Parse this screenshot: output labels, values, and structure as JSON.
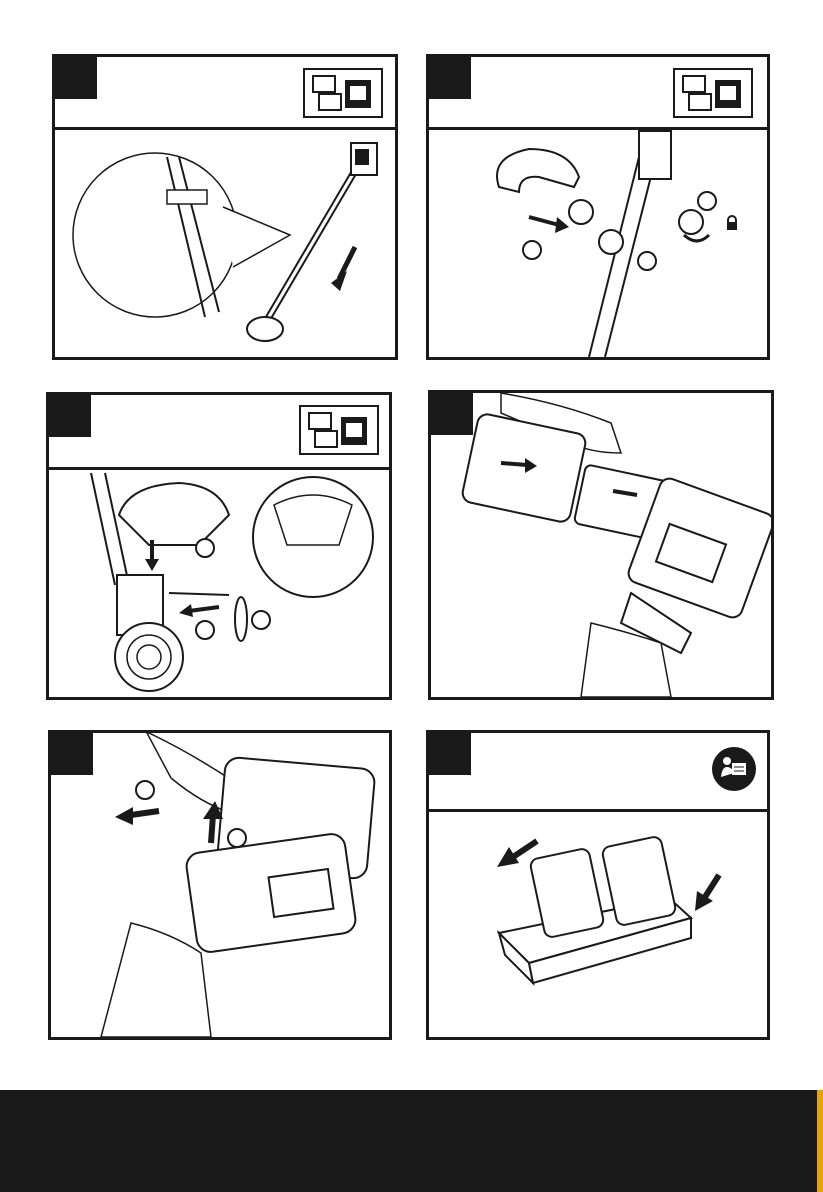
{
  "document": {
    "panels": [
      {
        "id": "panel-1",
        "has_header": true,
        "thumbnail_icon": "battery-charger-kit-icon"
      },
      {
        "id": "panel-2",
        "has_header": true,
        "thumbnail_icon": "battery-charger-kit-icon",
        "lock_icon": "lock-icon"
      },
      {
        "id": "panel-3",
        "has_header": true,
        "thumbnail_icon": "battery-charger-kit-icon"
      },
      {
        "id": "panel-4",
        "has_header": false
      },
      {
        "id": "panel-5",
        "has_header": false
      },
      {
        "id": "panel-6",
        "has_header": true,
        "thumbnail_icon": "read-manual-icon"
      }
    ],
    "colors": {
      "ink": "#1a1a1a",
      "accent": "#e8a400",
      "paper": "#ffffff"
    }
  }
}
